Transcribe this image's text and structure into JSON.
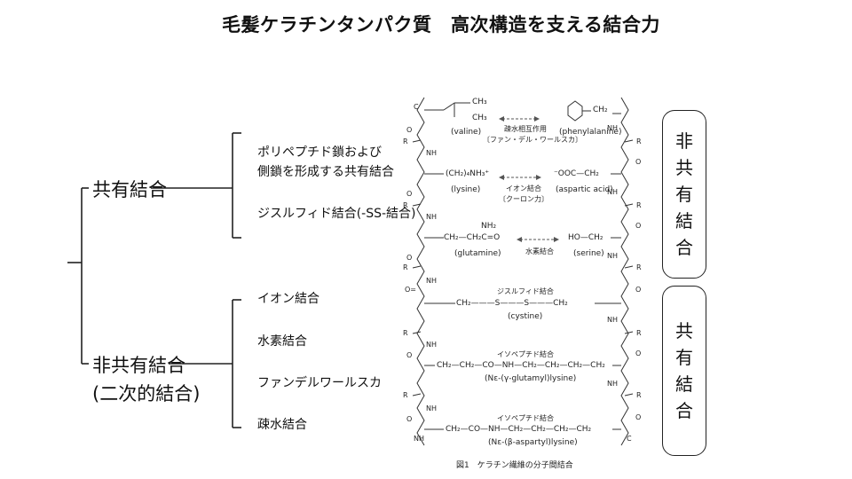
{
  "title": "毛髪ケラチンタンパク質　高次構造を支える結合力",
  "tree": {
    "covalent": "共有結合",
    "covalent_items": [
      "ポリペプチド鎖および",
      "側鎖を形成する共有結合",
      "ジスルフィド結合(-SS-結合)"
    ],
    "noncovalent": "非共有結合",
    "noncovalent_sub": "(二次的結合)",
    "noncovalent_items": [
      "イオン結合",
      "水素結合",
      "ファンデルワールスカ",
      "疎水結合"
    ]
  },
  "figure": {
    "valine": "(valine)",
    "phenylalanine": "(phenylalanine)",
    "hydrophobic": "疎水相互作用",
    "vdw": "〔ファン・デル・ワールスカ〕",
    "lysine_group": "(CH₂)₄NH₃⁺",
    "lysine": "(lysine)",
    "aspartic_group": "⁻OOC—CH₂",
    "aspartic": "(aspartic acid)",
    "ionic": "イオン結合",
    "coulomb": "〔クーロン力〕",
    "glutamine_nh2": "NH₂",
    "glutamine_group": "CH₂—CH₂C=O",
    "glutamine": "(glutamine)",
    "serine_group": "HO—CH₂",
    "serine": "(serine)",
    "hbond": "水素結合",
    "disulfide": "ジスルフィド結合",
    "cystine_chain": "CH₂———S———S———CH₂",
    "cystine": "(cystine)",
    "isopeptide": "イソペプチド結合",
    "glu_lys_chain": "CH₂—CH₂—CO—NH—CH₂—CH₂—CH₂—CH₂",
    "glu_lys": "(Nε-(γ-glutamyl)lysine)",
    "asp_lys_chain": "CH₂—CO—NH—CH₂—CH₂—CH₂—CH₂",
    "asp_lys": "(Nε-(β-aspartyl)lysine)",
    "caption": "図1　ケラチン繊維の分子間結合",
    "r": "R",
    "nh": "NH",
    "o": "O",
    "cc": "C",
    "o_eq": "O="
  },
  "boxes": {
    "noncovalent": [
      "非",
      "共",
      "有",
      "結",
      "合"
    ],
    "covalent": [
      "共",
      "有",
      "結",
      "合"
    ]
  }
}
